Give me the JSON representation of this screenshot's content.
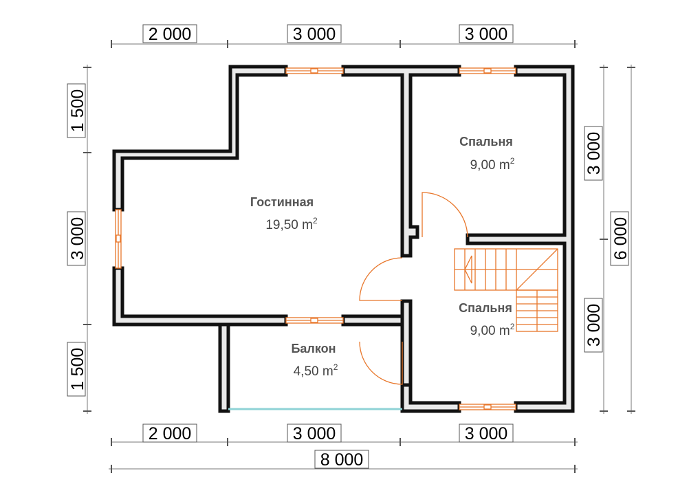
{
  "dimensions": {
    "top": [
      "2 000",
      "3 000",
      "3 000"
    ],
    "bottom": [
      "2 000",
      "3 000",
      "3 000"
    ],
    "bottom_total": "8 000",
    "left": [
      "1 500",
      "3 000",
      "1 500"
    ],
    "right": [
      "3 000",
      "3 000"
    ],
    "right_total": "6 000"
  },
  "rooms": [
    {
      "name": "Гостинная",
      "area": "19,50 m",
      "unit_sup": "2"
    },
    {
      "name": "Спальня",
      "area": "9,00 m",
      "unit_sup": "2"
    },
    {
      "name": "Спальня",
      "area": "9,00 m",
      "unit_sup": "2"
    },
    {
      "name": "Балкон",
      "area": "4,50 m",
      "unit_sup": "2"
    }
  ],
  "colors": {
    "wall_fill": "#e9e9e9",
    "wall_stroke": "#111111",
    "window_door": "#e8762a",
    "balcony_glass": "#8fd3d6"
  }
}
